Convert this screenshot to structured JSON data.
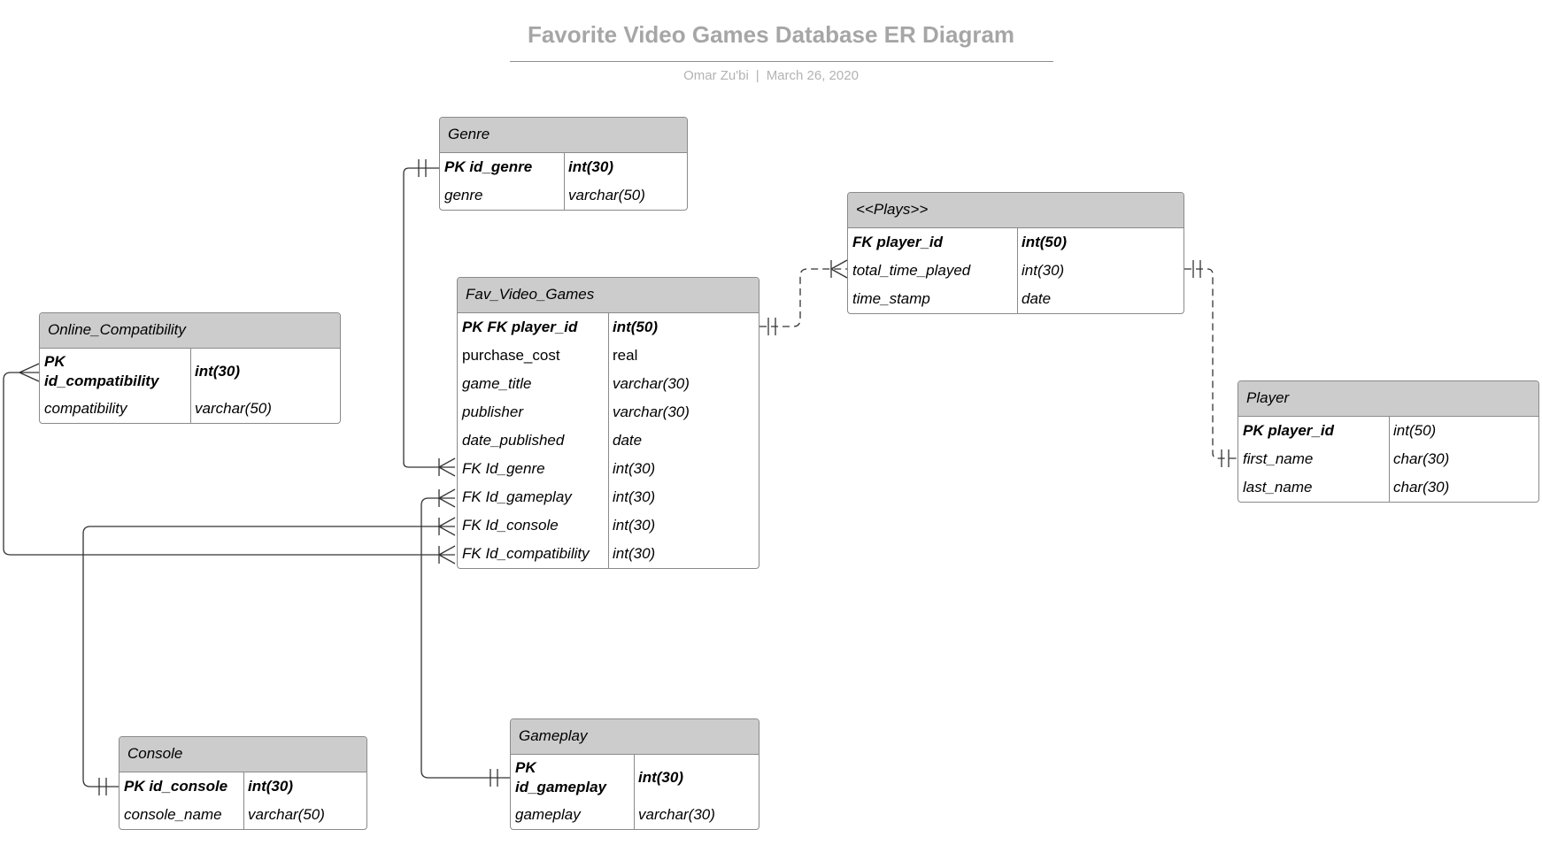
{
  "header": {
    "title": "Favorite Video Games Database ER Diagram",
    "author": "Omar Zu'bi",
    "separator": "|",
    "date": "March 26, 2020"
  },
  "entities": {
    "genre": {
      "name": "Genre",
      "rows": [
        {
          "field": "PK id_genre",
          "type": "int(30)"
        },
        {
          "field": "genre",
          "type": "varchar(50)"
        }
      ]
    },
    "plays": {
      "name": "<<Plays>>",
      "rows": [
        {
          "field": "FK player_id",
          "type": "int(50)"
        },
        {
          "field": "total_time_played",
          "type": "int(30)"
        },
        {
          "field": "time_stamp",
          "type": "date"
        }
      ]
    },
    "fav_video_games": {
      "name": "Fav_Video_Games",
      "rows": [
        {
          "field": "PK FK player_id",
          "type": "int(50)"
        },
        {
          "field": "purchase_cost",
          "type": "real"
        },
        {
          "field": "game_title",
          "type": "varchar(30)"
        },
        {
          "field": "publisher",
          "type": "varchar(30)"
        },
        {
          "field": "date_published",
          "type": "date"
        },
        {
          "field": "FK Id_genre",
          "type": "int(30)"
        },
        {
          "field": "FK Id_gameplay",
          "type": "int(30)"
        },
        {
          "field": "FK Id_console",
          "type": "int(30)"
        },
        {
          "field": "FK Id_compatibility",
          "type": "int(30)"
        }
      ]
    },
    "online_compatibility": {
      "name": "Online_Compatibility",
      "rows": [
        {
          "field_line1": "PK",
          "field_line2": "id_compatibility",
          "type": "int(30)"
        },
        {
          "field": "compatibility",
          "type": "varchar(50)"
        }
      ]
    },
    "player": {
      "name": "Player",
      "rows": [
        {
          "field": "PK player_id",
          "type": "int(50)"
        },
        {
          "field": "first_name",
          "type": "char(30)"
        },
        {
          "field": "last_name",
          "type": "char(30)"
        }
      ]
    },
    "console": {
      "name": "Console",
      "rows": [
        {
          "field": "PK id_console",
          "type": "int(30)"
        },
        {
          "field": "console_name",
          "type": "varchar(50)"
        }
      ]
    },
    "gameplay": {
      "name": "Gameplay",
      "rows": [
        {
          "field_line1": "PK",
          "field_line2": "id_gameplay",
          "type": "int(30)"
        },
        {
          "field": "gameplay",
          "type": "varchar(30)"
        }
      ]
    }
  },
  "relationships": [
    {
      "from": "Genre.PK id_genre",
      "to": "Fav_Video_Games.FK Id_genre",
      "from_end": "one-and-only-one",
      "to_end": "one-or-many",
      "style": "solid"
    },
    {
      "from": "Fav_Video_Games.PK FK player_id",
      "to": "<<Plays>>.total_time_played",
      "from_end": "one-and-only-one",
      "to_end": "one-or-many",
      "style": "dashed"
    },
    {
      "from": "<<Plays>>.total_time_played",
      "to": "Player.first_name",
      "from_end": "one-and-only-one",
      "to_end": "one-and-only-one",
      "style": "dashed"
    },
    {
      "from": "Online_Compatibility.PK id_compatibility",
      "to": "Fav_Video_Games.FK Id_compatibility",
      "from_end": "many",
      "to_end": "one-or-many",
      "style": "solid"
    },
    {
      "from": "Console.PK id_console",
      "to": "Fav_Video_Games.FK Id_console",
      "from_end": "one-and-only-one",
      "to_end": "one-or-many",
      "style": "solid"
    },
    {
      "from": "Gameplay.PK id_gameplay",
      "to": "Fav_Video_Games.FK Id_gameplay",
      "from_end": "one-and-only-one",
      "to_end": "one-or-many",
      "style": "solid"
    }
  ],
  "colors": {
    "header_fill": "#cccccc",
    "border": "#8a8a8a",
    "connector": "#333333",
    "title_text": "#a6a6a6"
  }
}
